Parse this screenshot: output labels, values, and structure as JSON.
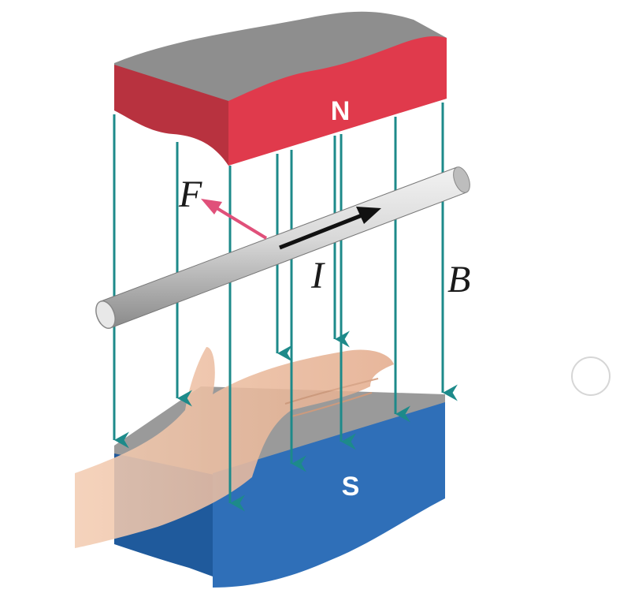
{
  "labels": {
    "north_pole": "N",
    "south_pole": "S",
    "force": "F",
    "current": "I",
    "field": "B"
  },
  "colors": {
    "north_magnet_front": "#e03a4c",
    "north_magnet_side": "#b8323f",
    "magnet_top": "#8e8e8e",
    "south_magnet_front": "#2f6fb8",
    "south_magnet_side": "#1f5a9c",
    "field_lines": "#1d8a8a",
    "force_arrow": "#e0507a",
    "current_arrow": "#111111",
    "conductor": "#c9c9c9",
    "hand": "#e9b99a"
  },
  "icons": {
    "page_control": "circle-outline-icon"
  }
}
